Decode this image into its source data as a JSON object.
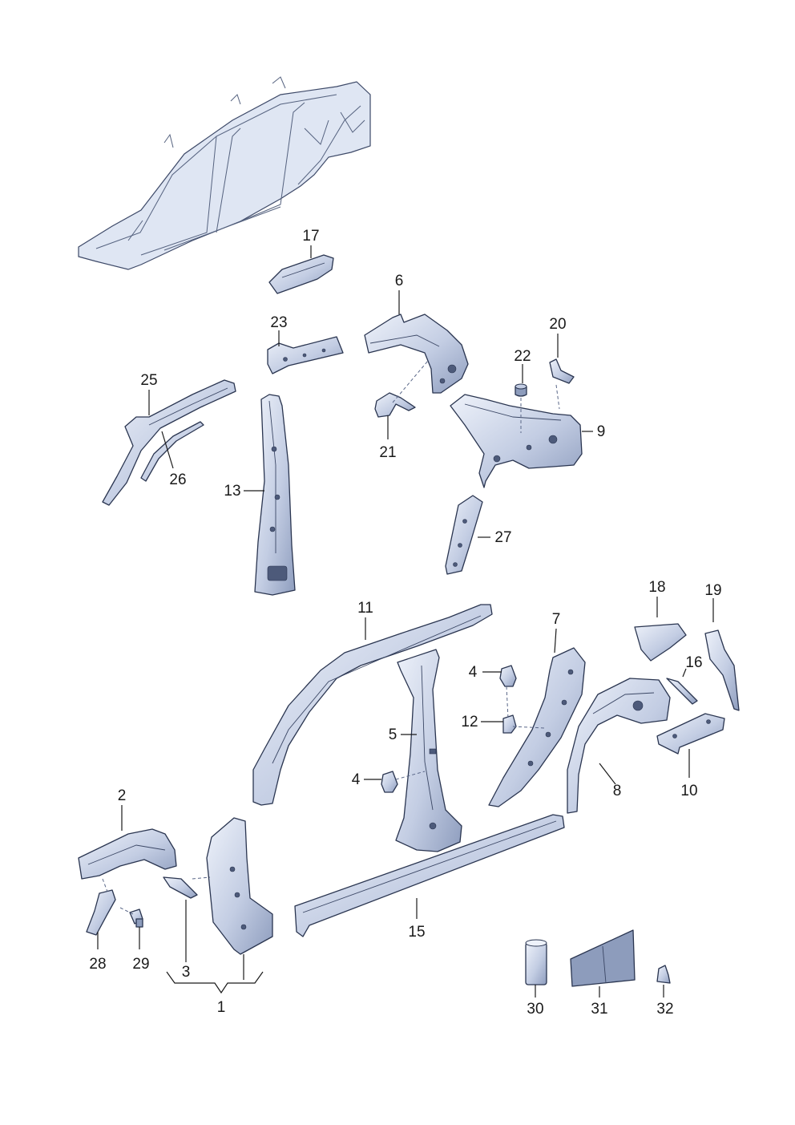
{
  "diagram": {
    "callouts": {
      "c1": "1",
      "c2": "2",
      "c3": "3",
      "c4a": "4",
      "c4b": "4",
      "c5": "5",
      "c6": "6",
      "c7": "7",
      "c8": "8",
      "c9": "9",
      "c10": "10",
      "c11": "11",
      "c12": "12",
      "c13": "13",
      "c15": "15",
      "c16": "16",
      "c17": "17",
      "c18": "18",
      "c19": "19",
      "c20": "20",
      "c21": "21",
      "c22": "22",
      "c23": "23",
      "c25": "25",
      "c26": "26",
      "c27": "27",
      "c28": "28",
      "c29": "29",
      "c30": "30",
      "c31": "31",
      "c32": "32"
    },
    "colors": {
      "part_light": "#dde4f2",
      "part_mid": "#aab7d3",
      "part_dark": "#8d9cbc",
      "outline": "#2a3550"
    }
  }
}
